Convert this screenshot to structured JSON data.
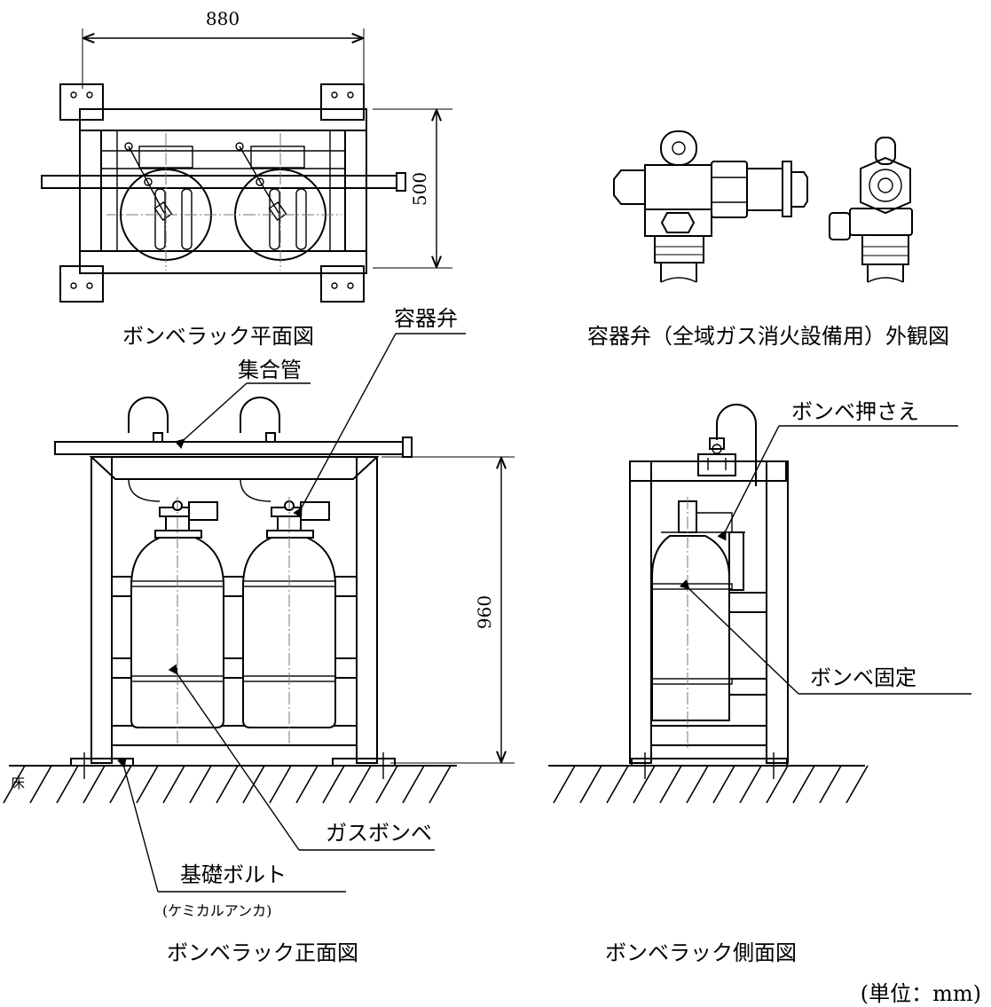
{
  "dimensions": {
    "width_880": "880",
    "height_500": "500",
    "height_960": "960"
  },
  "captions": {
    "plan_view": "ボンベラック平面図",
    "valve_view": "容器弁（全域ガス消火設備用）外観図",
    "front_view": "ボンベラック正面図",
    "side_view": "ボンベラック側面図"
  },
  "labels": {
    "manifold": "集合管",
    "container_valve": "容器弁",
    "cylinder_holder": "ボンベ押さえ",
    "cylinder_fixing": "ボンベ固定",
    "gas_cylinder": "ガスボンベ",
    "foundation_bolt": "基礎ボルト",
    "chemical_anchor": "(ケミカルアンカ)",
    "floor": "床"
  },
  "unit_note": "(単位：mm)"
}
